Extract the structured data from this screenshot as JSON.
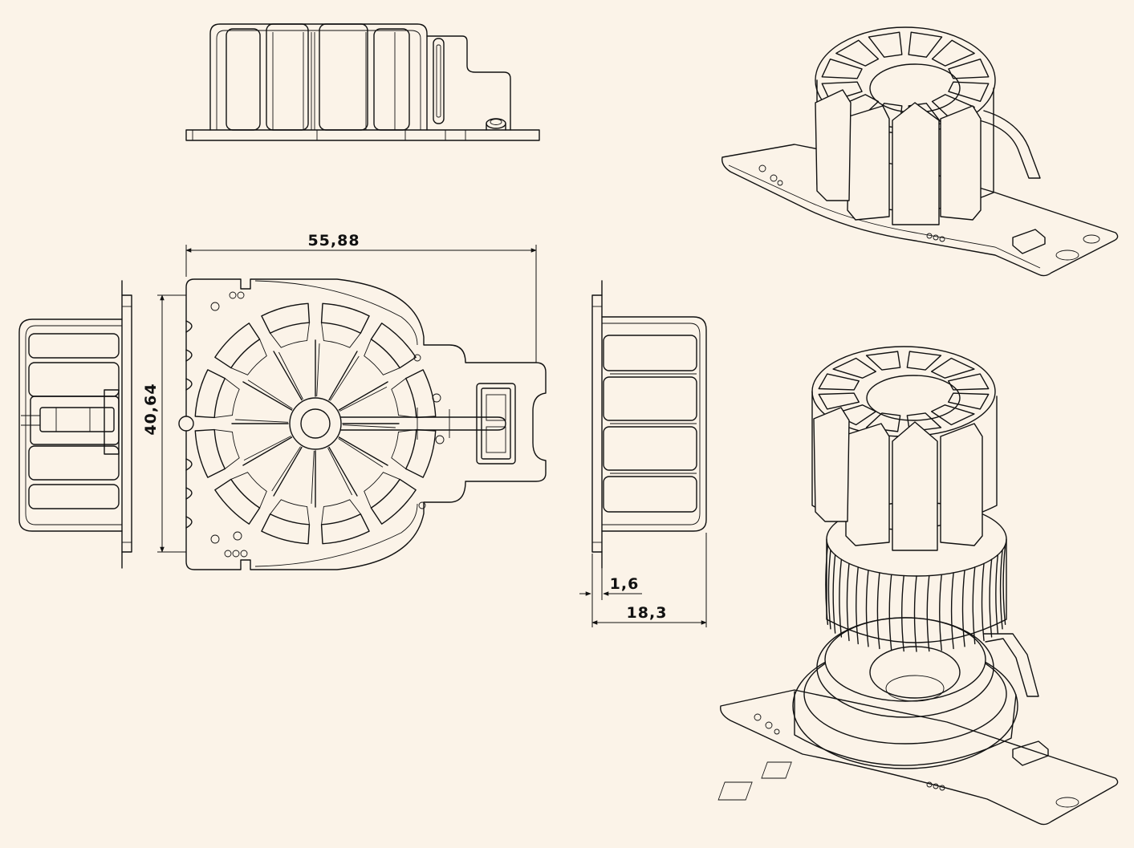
{
  "dimensions": {
    "width_label": "55,88",
    "height_label": "40,64",
    "board_thickness_label": "1,6",
    "component_height_label": "18,3"
  },
  "colors": {
    "background": "#fbf3e8",
    "line": "#111111"
  }
}
